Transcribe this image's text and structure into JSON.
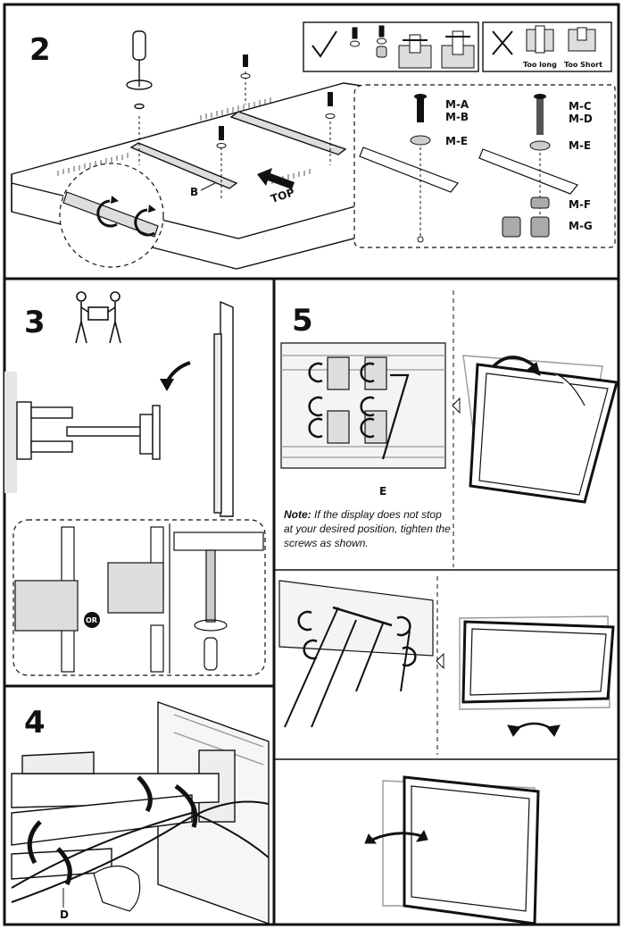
{
  "steps": {
    "s2": "2",
    "s3": "3",
    "s4": "4",
    "s5": "5"
  },
  "step2": {
    "label_b": "B",
    "label_top": "TOP",
    "check_mark": "check-icon",
    "cross_mark": "cross-icon",
    "too_long": "Too long",
    "too_short": "Too Short",
    "parts_left": {
      "ma": "M-A",
      "mb": "M-B",
      "me": "M-E"
    },
    "parts_right": {
      "mc": "M-C",
      "md": "M-D",
      "me": "M-E",
      "mf": "M-F",
      "mg": "M-G"
    }
  },
  "step3": {
    "or": "OR"
  },
  "step4": {
    "label_d": "D"
  },
  "step5": {
    "label_e": "E",
    "note_prefix": "Note:",
    "note_text": "If the display does not stop at your desired position, tighten the screws as shown."
  },
  "colors": {
    "line": "#111111",
    "grey": "#9a9a9a",
    "light_grey": "#d9d9d9",
    "sidebar": "#e6e6e6"
  }
}
